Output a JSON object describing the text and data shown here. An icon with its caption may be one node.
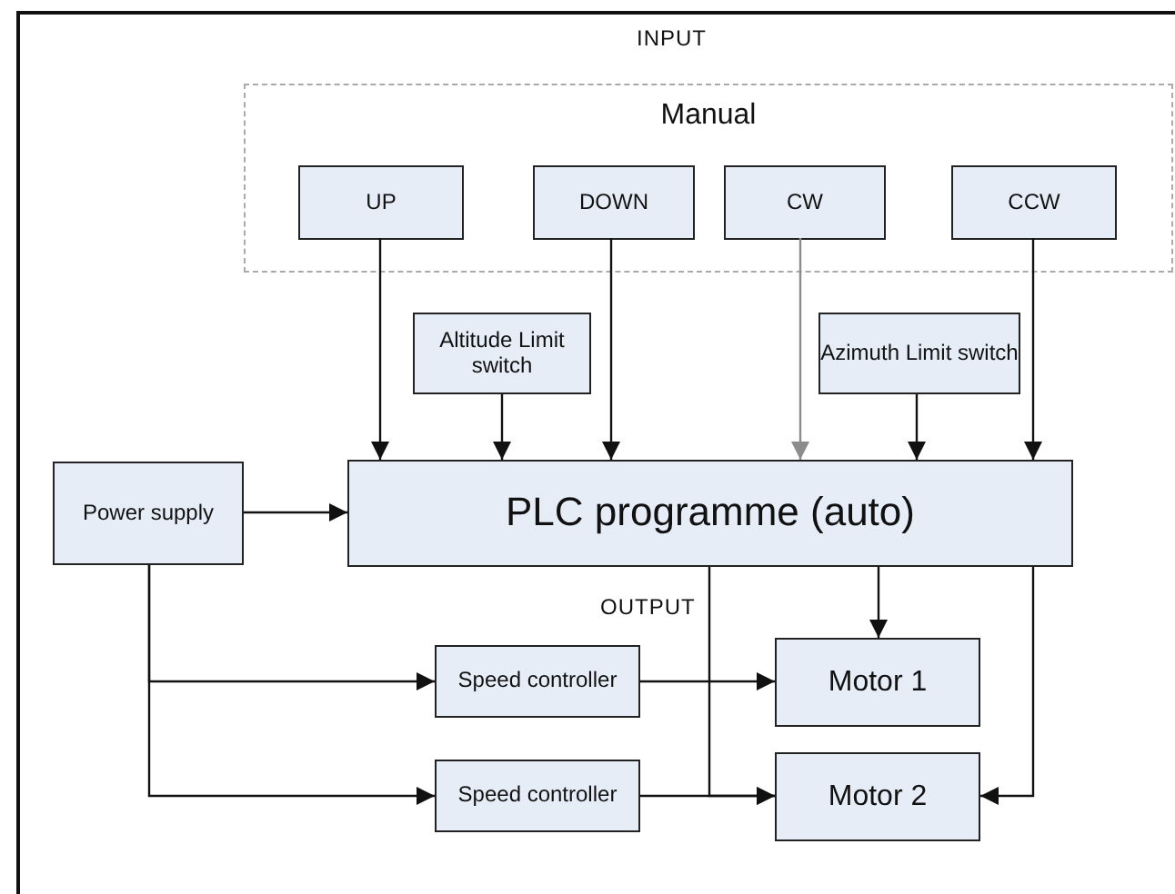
{
  "diagram": {
    "nodes": [
      {
        "text": [
          "Manual"
        ]
      },
      {
        "text": [
          "UP"
        ],
        "in": 0
      },
      {
        "text": [
          "DOWN"
        ],
        "in": 0
      },
      {
        "text": [
          "CW"
        ],
        "in": 0
      },
      {
        "text": [
          "CCW"
        ],
        "in": 0
      },
      {
        "text": [
          "Altitude Limit switch"
        ]
      },
      {
        "text": [
          "Azimuth Limit switch"
        ]
      },
      {
        "text": [
          "Power supply"
        ]
      },
      {
        "text": [
          "PLC programme (auto)"
        ]
      },
      {
        "text": [
          "Speed controller"
        ]
      },
      {
        "text": [
          "Motor 1"
        ]
      },
      {
        "text": [
          "Speed controller"
        ]
      },
      {
        "text": [
          "Motor 2"
        ]
      }
    ],
    "edges": [
      {
        "from": 1,
        "to": 8,
        "arrow": "to"
      },
      {
        "from": 5,
        "to": 8,
        "arrow": "to"
      },
      {
        "from": 2,
        "to": 8,
        "arrow": "to"
      },
      {
        "from": 3,
        "to": 8,
        "arrow": "to",
        "color": "#8c8c8c"
      },
      {
        "from": 6,
        "to": 8,
        "arrow": "to"
      },
      {
        "from": 4,
        "to": 8,
        "arrow": "to"
      },
      {
        "from": 7,
        "to": 8,
        "arrow": "to"
      },
      {
        "from": 7,
        "to": 9,
        "arrow": "to"
      },
      {
        "from": 7,
        "to": 11,
        "arrow": "to"
      },
      {
        "from": 9,
        "to": 10,
        "arrow": "to"
      },
      {
        "from": 11,
        "to": 12,
        "arrow": "to"
      },
      {
        "from": 8,
        "to": 10,
        "arrow": "to"
      },
      {
        "from": 8,
        "to": 12,
        "arrow": "to"
      },
      {
        "from": 8,
        "to": 12,
        "arrow": "to"
      }
    ],
    "labels": [
      "INPUT",
      "OUTPUT"
    ]
  }
}
